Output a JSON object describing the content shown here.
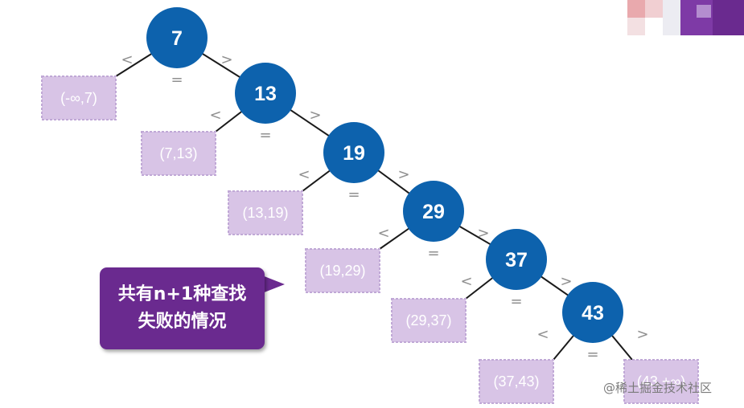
{
  "diagram": {
    "nodes": [
      {
        "id": "n7",
        "label": "7"
      },
      {
        "id": "n13",
        "label": "13"
      },
      {
        "id": "n19",
        "label": "19"
      },
      {
        "id": "n29",
        "label": "29"
      },
      {
        "id": "n37",
        "label": "37"
      },
      {
        "id": "n43",
        "label": "43"
      }
    ],
    "branch_labels": {
      "less": "<",
      "equal": "=",
      "greater": ">"
    },
    "failure_intervals": [
      {
        "id": "f0",
        "label": "(-∞,7)"
      },
      {
        "id": "f1",
        "label": "(7,13)"
      },
      {
        "id": "f2",
        "label": "(13,19)"
      },
      {
        "id": "f3",
        "label": "(19,29)"
      },
      {
        "id": "f4",
        "label": "(29,37)"
      },
      {
        "id": "f5",
        "label": "(37,43)"
      },
      {
        "id": "f6",
        "label": "(43,+∞)"
      }
    ],
    "edges": [
      {
        "from": "n7",
        "to": "f0"
      },
      {
        "from": "n7",
        "to": "n13"
      },
      {
        "from": "n13",
        "to": "f1"
      },
      {
        "from": "n13",
        "to": "n19"
      },
      {
        "from": "n19",
        "to": "f2"
      },
      {
        "from": "n19",
        "to": "n29"
      },
      {
        "from": "n29",
        "to": "f3"
      },
      {
        "from": "n29",
        "to": "n37"
      },
      {
        "from": "n37",
        "to": "f4"
      },
      {
        "from": "n37",
        "to": "n43"
      },
      {
        "from": "n43",
        "to": "f5"
      },
      {
        "from": "n43",
        "to": "f6"
      }
    ]
  },
  "callout": {
    "line1": "共有n+1种查找",
    "line2": "失败的情况"
  },
  "watermark": "@稀土掘金技术社区",
  "colors": {
    "node": "#0d62ad",
    "failure_box": "#d8c4e6",
    "failure_border": "#c0a8d6",
    "callout": "#6a2a8f"
  }
}
